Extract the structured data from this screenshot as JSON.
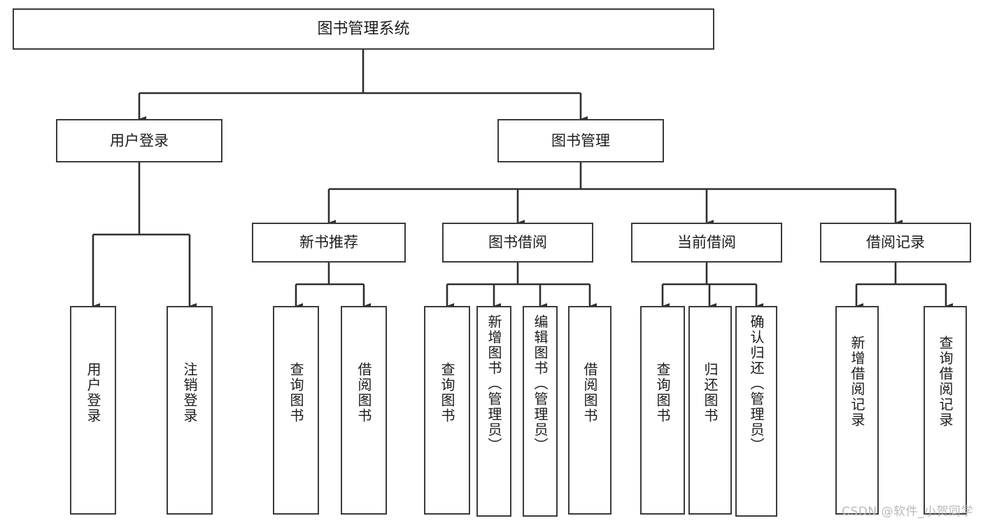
{
  "diagram": {
    "title": "图书管理系统",
    "type": "tree-hierarchy",
    "orientation": "top-down",
    "colors": {
      "box_border": "#3b3b3b",
      "box_fill": "#ffffff",
      "edge": "#2e2e2e",
      "text": "#1c1c1c",
      "watermark": "#b9b9b9",
      "background": "#ffffff"
    },
    "watermark": "CSDN @软件_小贺同学"
  },
  "nodes": {
    "root": {
      "label": "图书管理系统"
    },
    "level2": [
      {
        "label": "用户登录"
      },
      {
        "label": "图书管理"
      }
    ],
    "level3": [
      {
        "label": "新书推荐"
      },
      {
        "label": "图书借阅"
      },
      {
        "label": "当前借阅"
      },
      {
        "label": "借阅记录"
      }
    ],
    "leaves": {
      "user_login": [
        {
          "label": "用户登录"
        },
        {
          "label": "注销登录"
        }
      ],
      "new_book_recommend": [
        {
          "label": "查询图书"
        },
        {
          "label": "借阅图书"
        }
      ],
      "book_borrow": [
        {
          "label": "查询图书"
        },
        {
          "label": "新增图书（管理员）"
        },
        {
          "label": "编辑图书（管理员）"
        },
        {
          "label": "借阅图书"
        }
      ],
      "current_borrow": [
        {
          "label": "查询图书"
        },
        {
          "label": "归还图书"
        },
        {
          "label": "确认归还（管理员）"
        }
      ],
      "borrow_record": [
        {
          "label": "新增借阅记录"
        },
        {
          "label": "查询借阅记录"
        }
      ]
    }
  }
}
